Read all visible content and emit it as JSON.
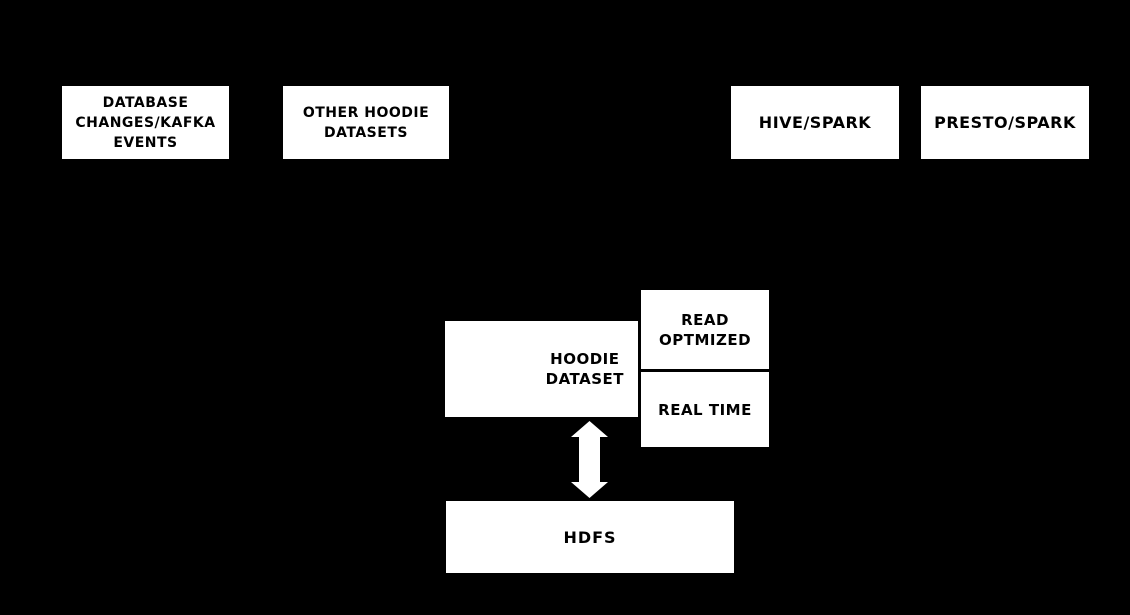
{
  "diagram": {
    "background_color": "#000000",
    "box_fill_color": "#ffffff",
    "box_text_color": "#000000",
    "nodes": {
      "database_events": {
        "label": "DATABASE\nCHANGES/KAFKA\nEVENTS"
      },
      "other_hoodie_datasets": {
        "label": "OTHER HOODIE\nDATASETS"
      },
      "hive_spark": {
        "label": "HIVE/SPARK"
      },
      "presto_spark": {
        "label": "PRESTO/SPARK"
      },
      "hoodie_dataset": {
        "label": "HOODIE\nDATASET"
      },
      "read_optimized": {
        "label": "READ\nOPTMIZED"
      },
      "real_time": {
        "label": "REAL TIME"
      },
      "hdfs": {
        "label": "HDFS"
      }
    },
    "connectors": {
      "hoodie_hdfs": {
        "icon": "bidirectional-vertical-arrow-icon",
        "color": "#ffffff",
        "from": "hoodie_dataset",
        "to": "hdfs"
      }
    }
  }
}
